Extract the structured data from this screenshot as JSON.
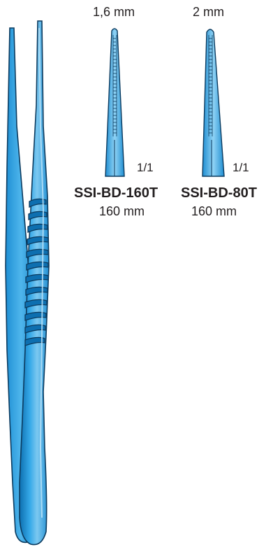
{
  "colors": {
    "instrument_fill": "#35a9e8",
    "instrument_light": "#a9dcf6",
    "instrument_dark": "#0d6fb0",
    "outline": "#0b3a5e",
    "text": "#231f20"
  },
  "variants": [
    {
      "tip_width": "1,6 mm",
      "scale": "1/1",
      "code": "SSI-BD-160T",
      "length": "160 mm"
    },
    {
      "tip_width": "2 mm",
      "scale": "1/1",
      "code": "SSI-BD-80T",
      "length": "160 mm"
    }
  ],
  "icons": {
    "instrument": "dressing-forceps-icon",
    "tip_detail_1": "serrated-tip-icon",
    "tip_detail_2": "serrated-tip-icon"
  }
}
